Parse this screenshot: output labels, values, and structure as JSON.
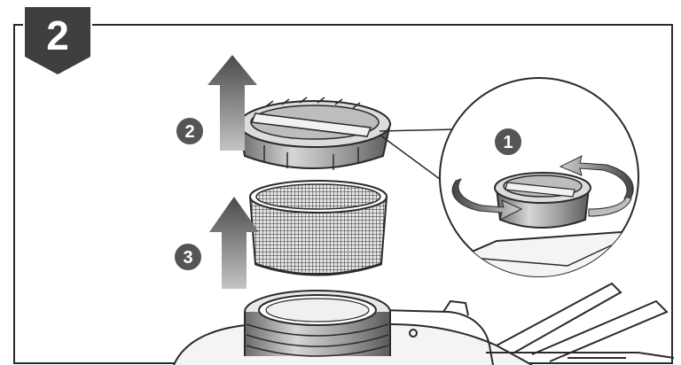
{
  "step": {
    "number": "2"
  },
  "callouts": [
    {
      "id": "1",
      "label": "1",
      "target": "twist-lid-counterclockwise"
    },
    {
      "id": "2",
      "label": "2",
      "target": "lift-lid-off"
    },
    {
      "id": "3",
      "label": "3",
      "target": "lift-filter-out"
    }
  ],
  "colors": {
    "badge": "#3f3f3f",
    "arrow_dark": "#4a4a4a",
    "arrow_light": "#b8b8b8",
    "outline": "#2a2a2a",
    "callout_fill": "#555555",
    "part_fill": "#d9d9d9",
    "mesh": "#333333"
  }
}
